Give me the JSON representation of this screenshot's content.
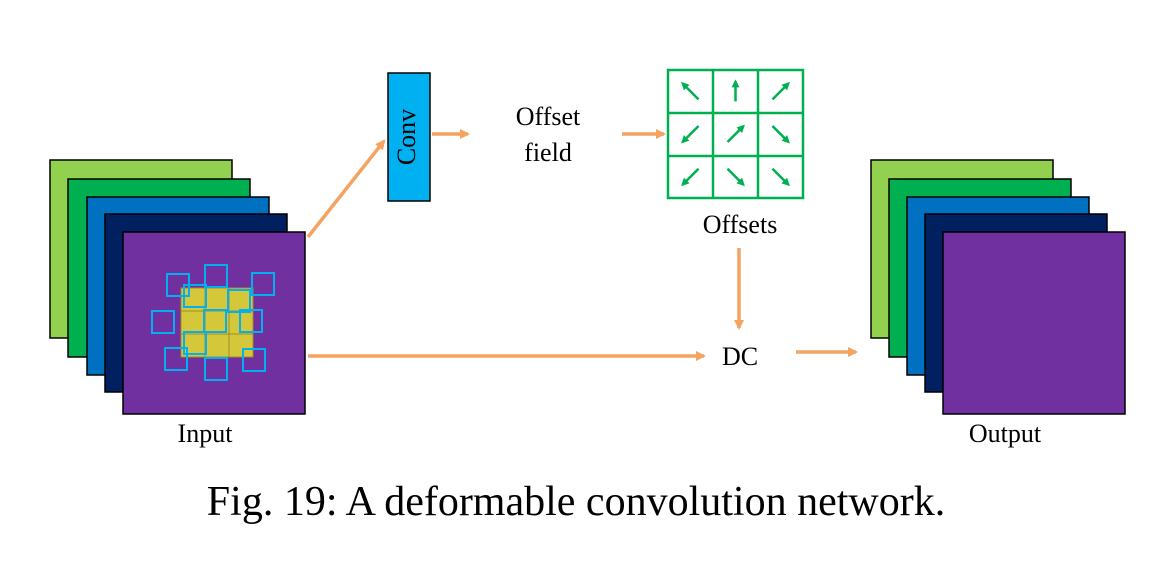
{
  "colors": {
    "light_green": "#92D050",
    "green": "#00B050",
    "blue": "#0070C0",
    "dark_navy": "#002060",
    "purple": "#7030A0",
    "yellow": "#D4C83A",
    "cyan": "#00B0F0",
    "arrow_orange": "#F4A460",
    "offset_green": "#00B050"
  },
  "labels": {
    "conv": "Conv",
    "offset_field_line1": "Offset",
    "offset_field_line2": "field",
    "offsets": "Offsets",
    "dc": "DC",
    "input": "Input",
    "output": "Output"
  },
  "offset_arrows": [
    {
      "name": "offset-arrow-nw",
      "dir": "up-left"
    },
    {
      "name": "offset-arrow-n",
      "dir": "up"
    },
    {
      "name": "offset-arrow-ne",
      "dir": "up-right"
    },
    {
      "name": "offset-arrow-sw",
      "dir": "down-left"
    },
    {
      "name": "offset-arrow-ne2",
      "dir": "up-right"
    },
    {
      "name": "offset-arrow-se",
      "dir": "down-right"
    },
    {
      "name": "offset-arrow-sw2",
      "dir": "down-left"
    },
    {
      "name": "offset-arrow-se2",
      "dir": "down-right"
    },
    {
      "name": "offset-arrow-se3",
      "dir": "down-right"
    }
  ],
  "caption": "Fig. 19: A deformable convolution network."
}
